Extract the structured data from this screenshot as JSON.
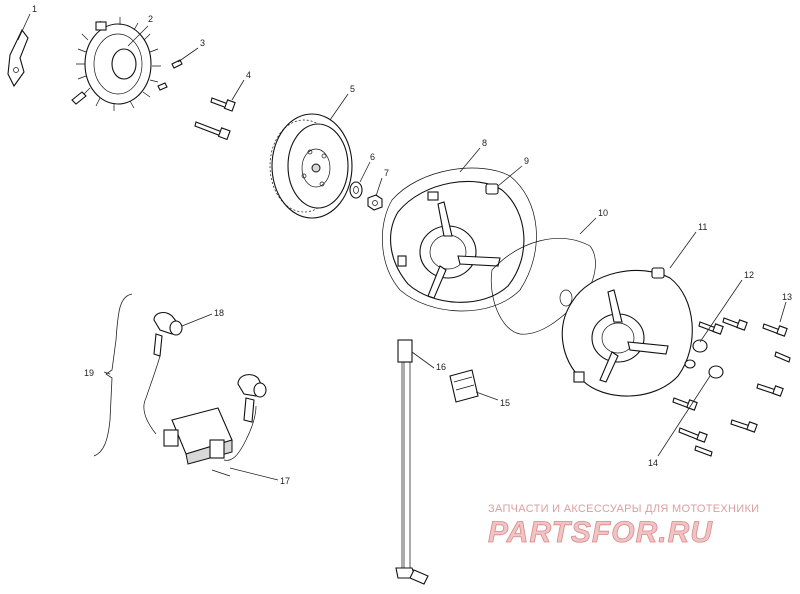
{
  "callouts": [
    "1",
    "2",
    "3",
    "4",
    "5",
    "6",
    "7",
    "8",
    "9",
    "10",
    "11",
    "12",
    "13",
    "14",
    "15",
    "16",
    "17",
    "18",
    "19"
  ],
  "watermark": {
    "subtitle": "ЗАПЧАСТИ И АКСЕССУАРЫ ДЛЯ МОТОТЕХНИКИ",
    "brand": "PARTSFOR.RU"
  }
}
